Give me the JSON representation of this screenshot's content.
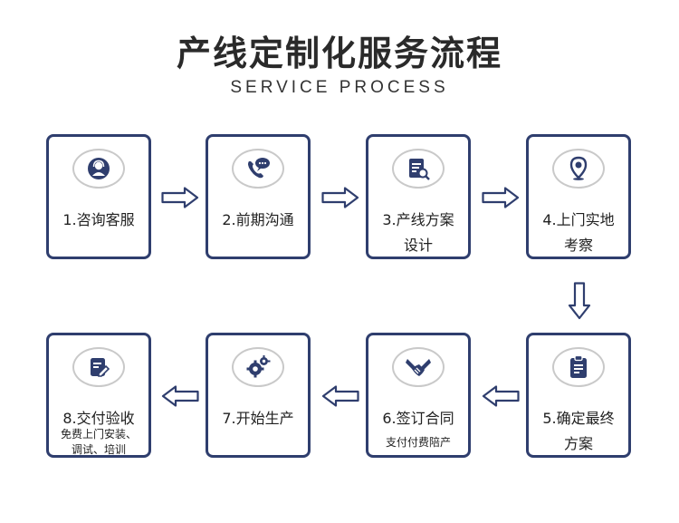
{
  "header": {
    "title": "产线定制化服务流程",
    "subtitle": "SERVICE PROCESS"
  },
  "colors": {
    "accent": "#2f3e6e",
    "circle_border": "#c9c9c9"
  },
  "steps": [
    {
      "label_line1": "1.咨询客服",
      "label_line2": "",
      "icon": "customer-service-icon"
    },
    {
      "label_line1": "2.前期沟通",
      "label_line2": "",
      "icon": "phone-chat-icon"
    },
    {
      "label_line1": "3.产线方案",
      "label_line2": "设计",
      "icon": "document-search-icon"
    },
    {
      "label_line1": "4.上门实地",
      "label_line2": "考察",
      "icon": "location-pin-icon"
    },
    {
      "label_line1": "5.确定最终",
      "label_line2": "方案",
      "icon": "clipboard-icon"
    },
    {
      "label_line1": "6.签订合同",
      "note_line1": "支付付费陪产",
      "icon": "handshake-icon"
    },
    {
      "label_line1": "7.开始生产",
      "label_line2": "",
      "icon": "gears-icon"
    },
    {
      "label_line1": "8.交付验收",
      "note_line1": "免费上门安装、",
      "note_line2": "调试、培训",
      "icon": "document-edit-icon"
    }
  ]
}
